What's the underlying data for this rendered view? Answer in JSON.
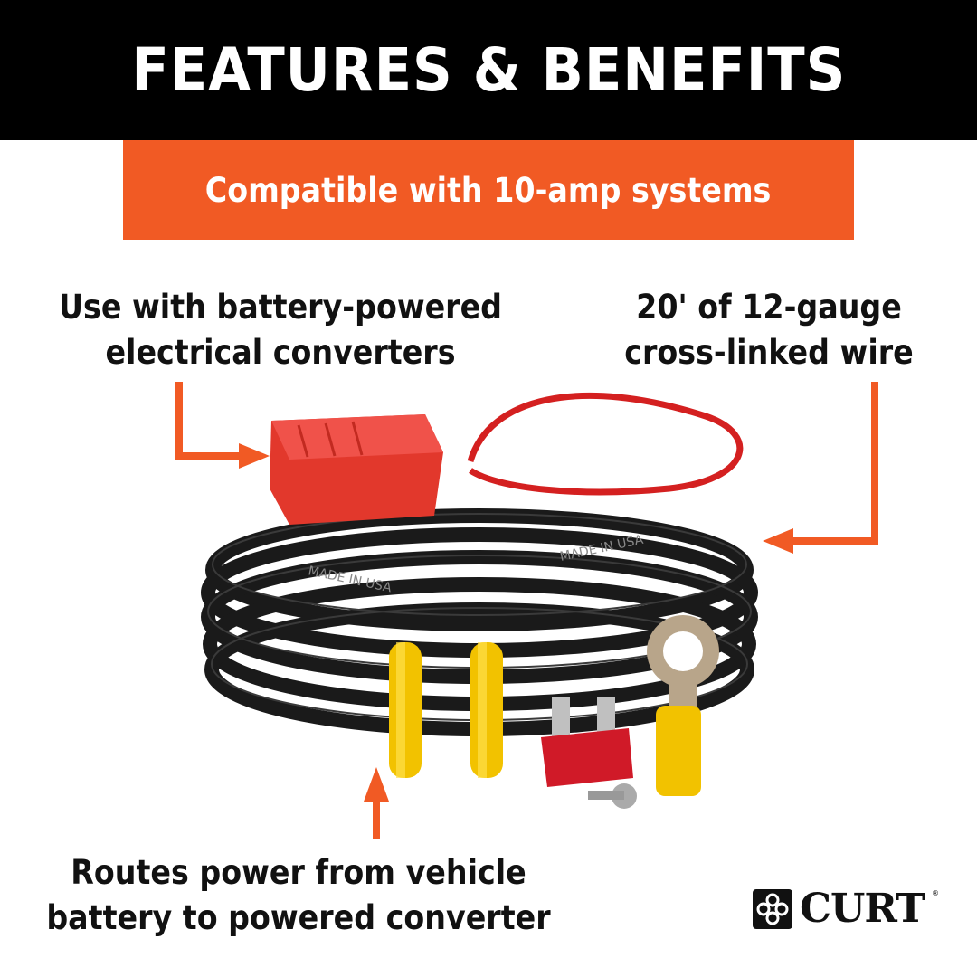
{
  "header": {
    "title": "FEATURES & BENEFITS"
  },
  "banner": {
    "text": "Compatible with 10-amp systems"
  },
  "callouts": {
    "top_left": {
      "line1": "Use with battery-powered",
      "line2": "electrical converters"
    },
    "top_right": {
      "line1": "20' of 12-gauge",
      "line2": "cross-linked wire"
    },
    "bottom": {
      "line1": "Routes power from vehicle",
      "line2": "battery to powered converter"
    }
  },
  "product": {
    "description": "Battery wiring kit with red connector plug, coiled black 12-gauge wire, butt connectors, blade fuse, ring terminal and screw",
    "wire_print": "MADE IN USA"
  },
  "brand": {
    "name": "CURT",
    "registered": "®"
  },
  "colors": {
    "accent": "#f15a24",
    "header_bg": "#000000",
    "text": "#111111",
    "background": "#ffffff"
  }
}
